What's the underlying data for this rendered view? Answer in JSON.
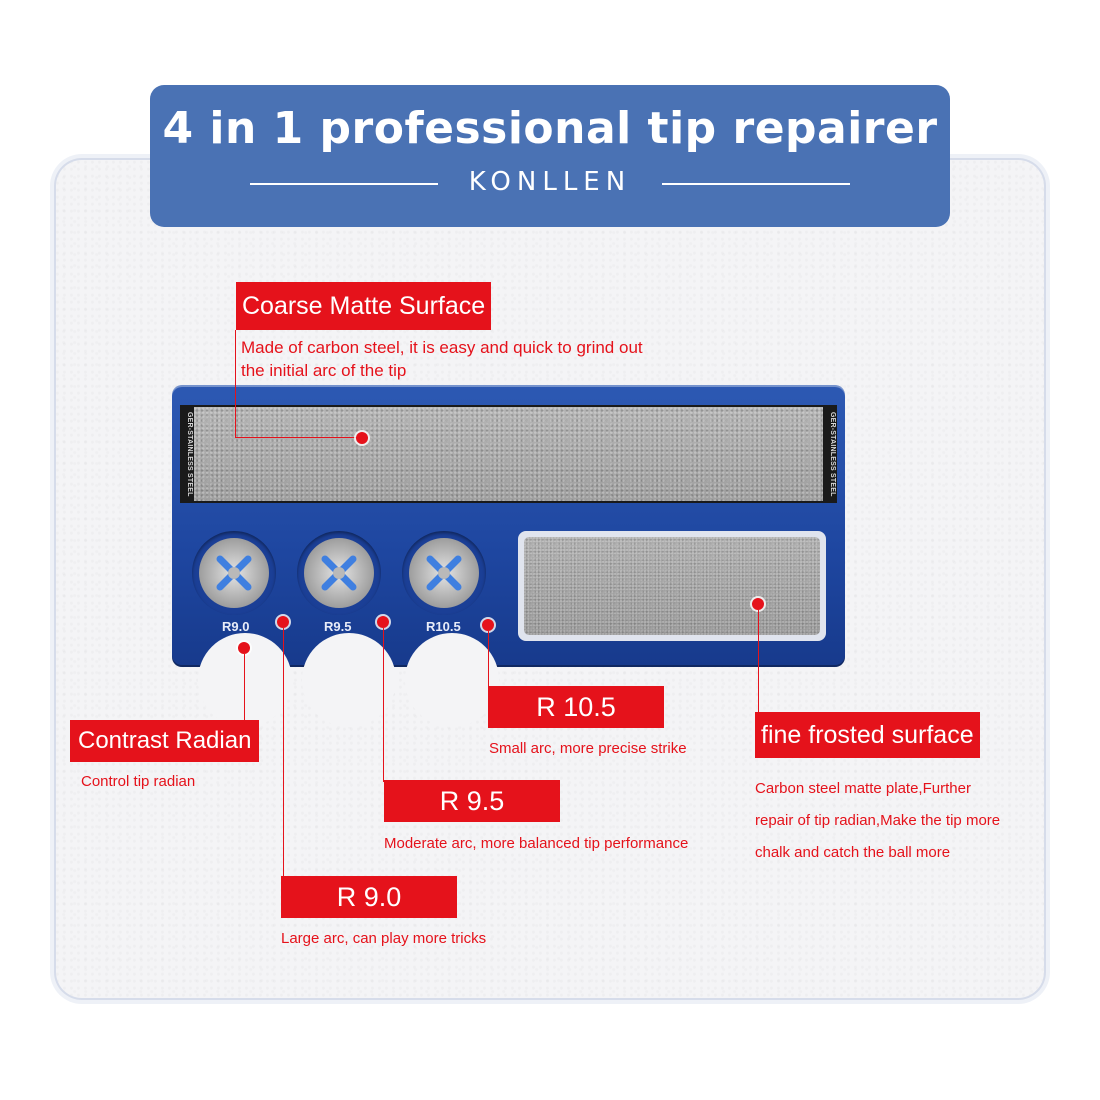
{
  "header": {
    "title": "4 in 1 professional tip repairer",
    "brand": "KONLLEN"
  },
  "product": {
    "steel_label": "GER-STAINLESS STEEL",
    "holes": [
      "R9.0",
      "R9.5",
      "R10.5"
    ]
  },
  "callouts": {
    "coarse": {
      "label": "Coarse Matte Surface",
      "desc_1": "Made of carbon steel, it is easy and quick to grind out",
      "desc_2": "the initial arc of the tip"
    },
    "contrast": {
      "label": "Contrast Radian",
      "desc": "Control tip radian"
    },
    "r105": {
      "label": "R 10.5",
      "desc": "Small arc, more precise strike"
    },
    "r95": {
      "label": "R 9.5",
      "desc": "Moderate arc, more balanced tip performance"
    },
    "r90": {
      "label": "R 9.0",
      "desc": "Large arc, can play more tricks"
    },
    "fine": {
      "label": "fine frosted surface",
      "desc_1": "Carbon steel matte plate,Further",
      "desc_2": "repair of tip radian,Make the tip more",
      "desc_3": "chalk and catch the ball more"
    }
  },
  "colors": {
    "header_blue": "#4a72b4",
    "product_blue": "#1e46a0",
    "callout_red": "#e5121b"
  }
}
